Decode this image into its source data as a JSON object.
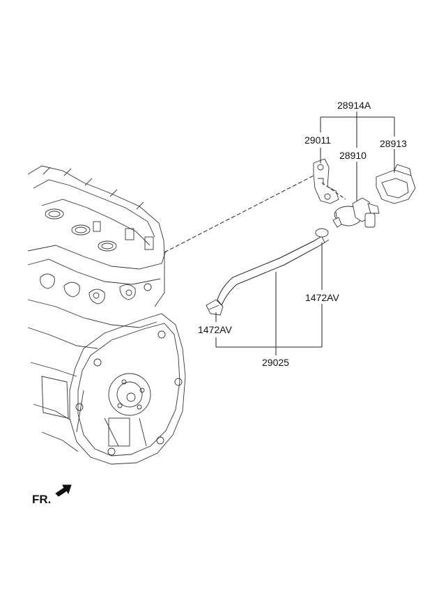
{
  "labels": {
    "assembly": "28914A",
    "bracket": "29011",
    "valve": "28910",
    "clip": "28913",
    "clamp_right": "1472AV",
    "clamp_left": "1472AV",
    "hose": "29025"
  },
  "direction": {
    "text": "FR.",
    "icon": "arrow-icon"
  },
  "colors": {
    "line": "#222222",
    "background": "#ffffff"
  }
}
